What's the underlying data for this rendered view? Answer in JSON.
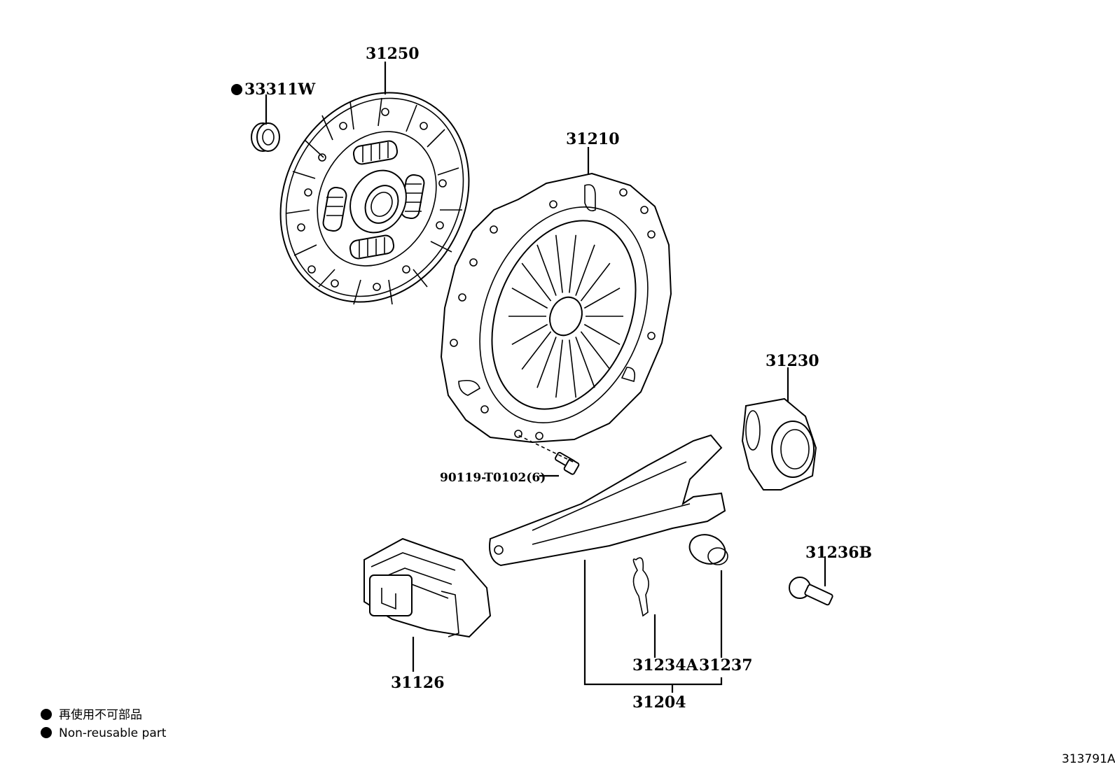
{
  "callouts": {
    "p31250": "31250",
    "p33311w": "33311W",
    "p31210": "31210",
    "p90119": "90119-T0102(6)",
    "p31230": "31230",
    "p31236b": "31236B",
    "p31234a": "31234A",
    "p31237": "31237",
    "p31204": "31204",
    "p31126": "31126"
  },
  "legend": {
    "line1": "再使用不可部品",
    "line2": "Non-reusable part"
  },
  "diagram_id": "313791A"
}
